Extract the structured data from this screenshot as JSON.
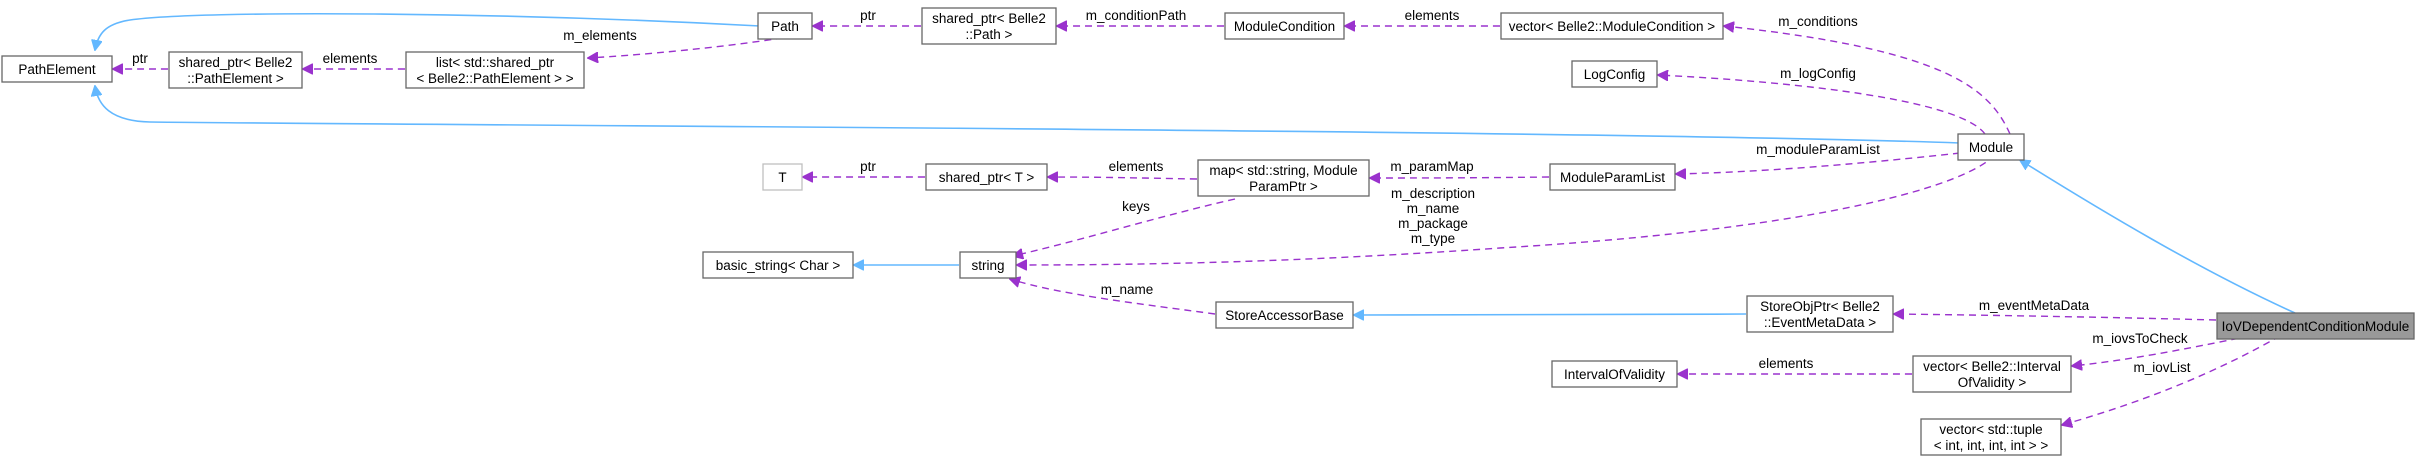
{
  "nodes": {
    "path_element": "PathElement",
    "shared_ptr_path_element": [
      "shared_ptr< Belle2",
      "::PathElement >"
    ],
    "list_shared_ptr": [
      "list< std::shared_ptr",
      "< Belle2::PathElement > >"
    ],
    "path": "Path",
    "shared_ptr_path": [
      "shared_ptr< Belle2",
      "::Path >"
    ],
    "module_condition": "ModuleCondition",
    "vector_module_condition": "vector< Belle2::ModuleCondition >",
    "log_config": "LogConfig",
    "module": "Module",
    "t": "T",
    "shared_ptr_t": "shared_ptr< T >",
    "map_string": [
      "map< std::string, Module",
      "ParamPtr >"
    ],
    "module_param_list": "ModuleParamList",
    "basic_string": "basic_string< Char >",
    "string": "string",
    "store_accessor_base": "StoreAccessorBase",
    "store_obj_ptr": [
      "StoreObjPtr< Belle2",
      "::EventMetaData >"
    ],
    "iov_dependent": "IoVDependentConditionModule",
    "interval_of_validity": "IntervalOfValidity",
    "vector_interval": [
      "vector< Belle2::Interval",
      "OfValidity >"
    ],
    "vector_tuple": [
      "vector< std::tuple",
      "< int, int, int, int > >"
    ]
  },
  "edge_labels": {
    "ptr_pathelement": "ptr",
    "m_elements": "m_elements",
    "elements_list": "elements",
    "ptr_path": "ptr",
    "m_conditionPath": "m_conditionPath",
    "elements_condition": "elements",
    "m_conditions": "m_conditions",
    "m_logConfig": "m_logConfig",
    "m_moduleParamList": "m_moduleParamList",
    "ptr_t": "ptr",
    "elements_map": "elements",
    "m_paramMap": "m_paramMap",
    "keys": "keys",
    "module_to_string": [
      "m_description",
      "m_name",
      "m_package",
      "m_type"
    ],
    "m_name": "m_name",
    "m_eventMetaData": "m_eventMetaData",
    "m_iovsToCheck": "m_iovsToCheck",
    "elements_iov": "elements",
    "m_iovList": "m_iovList"
  }
}
